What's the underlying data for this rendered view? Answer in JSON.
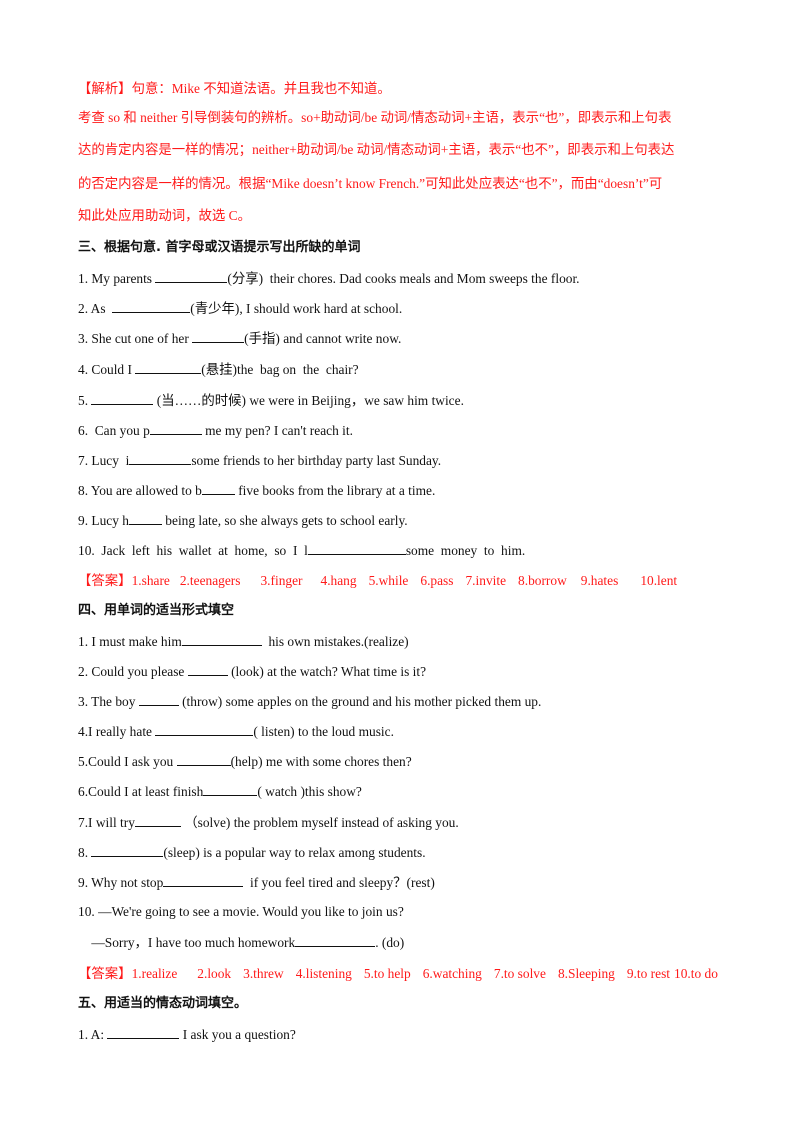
{
  "analysis": {
    "label": "【解析】",
    "line1": "句意：Mike 不知道法语。并且我也不知道。",
    "line2": "考查 so 和 neither 引导倒装句的辨析。so+助动词/be 动词/情态动词+主语，表示“也”，即表示和上句表",
    "line3": "达的肯定内容是一样的情况；neither+助动词/be 动词/情态动词+主语，表示“也不”，即表示和上句表达",
    "line4": "的否定内容是一样的情况。根据“Mike doesn’t know French.”可知此处应表达“也不”，而由“doesn’t”可",
    "line5": "知此处应用助动词，故选 C。"
  },
  "section3": {
    "title": "三、根据句意. 首字母或汉语提示写出所缺的单词",
    "items": [
      {
        "pre": "1. My parents ",
        "post": "(分享)  their chores. Dad cooks meals and Mom sweeps the floor."
      },
      {
        "pre": "2. As  ",
        "post": "(青少年), I should work hard at school."
      },
      {
        "pre": "3. She cut one of her ",
        "post": "(手指) and cannot write now."
      },
      {
        "pre": "4. Could I ",
        "post": "(悬挂)the  bag on  the  chair?"
      },
      {
        "pre": "5. ",
        "post": " (当……的时候) we were in Beijing，we saw him twice."
      },
      {
        "pre": "6.  Can you p",
        "post": " me my pen? I can't reach it."
      },
      {
        "pre": "7. Lucy  i",
        "post": "some friends to her birthday party last Sunday."
      },
      {
        "pre": "8. You are allowed to b",
        "post": " five books from the library at a time."
      },
      {
        "pre": "9. Lucy h",
        "post": " being late, so she always gets to school early."
      },
      {
        "pre": "10.  Jack  left  his  wallet  at  home,  so  I  l",
        "post": "some  money  to  him."
      }
    ],
    "answer_label": "【答案】",
    "answers": [
      "1.share",
      "2.teenagers",
      "3.finger",
      "4.hang",
      "5.while",
      "6.pass",
      "7.invite",
      "8.borrow",
      "9.hates",
      "10.lent"
    ]
  },
  "section4": {
    "title": "四、用单词的适当形式填空",
    "items": [
      {
        "pre": "1. I must make him",
        "post": "  his own mistakes.(realize)"
      },
      {
        "pre": "2. Could you please ",
        "post": " (look) at the watch? What time is it?"
      },
      {
        "pre": "3. The boy ",
        "post": " (throw) some apples on the ground and his mother picked them up."
      },
      {
        "pre": "4.I really hate ",
        "post": "( listen) to the loud music."
      },
      {
        "pre": "5.Could I ask you ",
        "post": "(help) me with some chores then?"
      },
      {
        "pre": "6.Could I at least finish",
        "post": "( watch )this show?"
      },
      {
        "pre": "7.I will try",
        "post": " （solve) the problem myself instead of asking you."
      },
      {
        "pre": "8. ",
        "post": "(sleep) is a popular way to relax among students."
      },
      {
        "pre": "9. Why not stop",
        "post": "  if you feel tired and sleepy？(rest)"
      },
      {
        "pre": "10. —We're going to see a movie. Would you like to join us?",
        "post": ""
      },
      {
        "pre": "    —Sorry，I have too much homework",
        "post": ". (do)"
      }
    ],
    "answer_label": "【答案】",
    "answers": [
      "1.realize",
      "2.look",
      "3.threw",
      "4.listening",
      "5.to help",
      "6.watching",
      "7.to solve",
      "8.Sleeping",
      "9.to rest",
      "10.to do"
    ]
  },
  "section5": {
    "title": "五、用适当的情态动词填空。",
    "items": [
      {
        "pre": "1. A: ",
        "post": " I ask you a question?"
      }
    ]
  },
  "colors": {
    "answer_red": "#ff1a1a",
    "text": "#111111"
  }
}
